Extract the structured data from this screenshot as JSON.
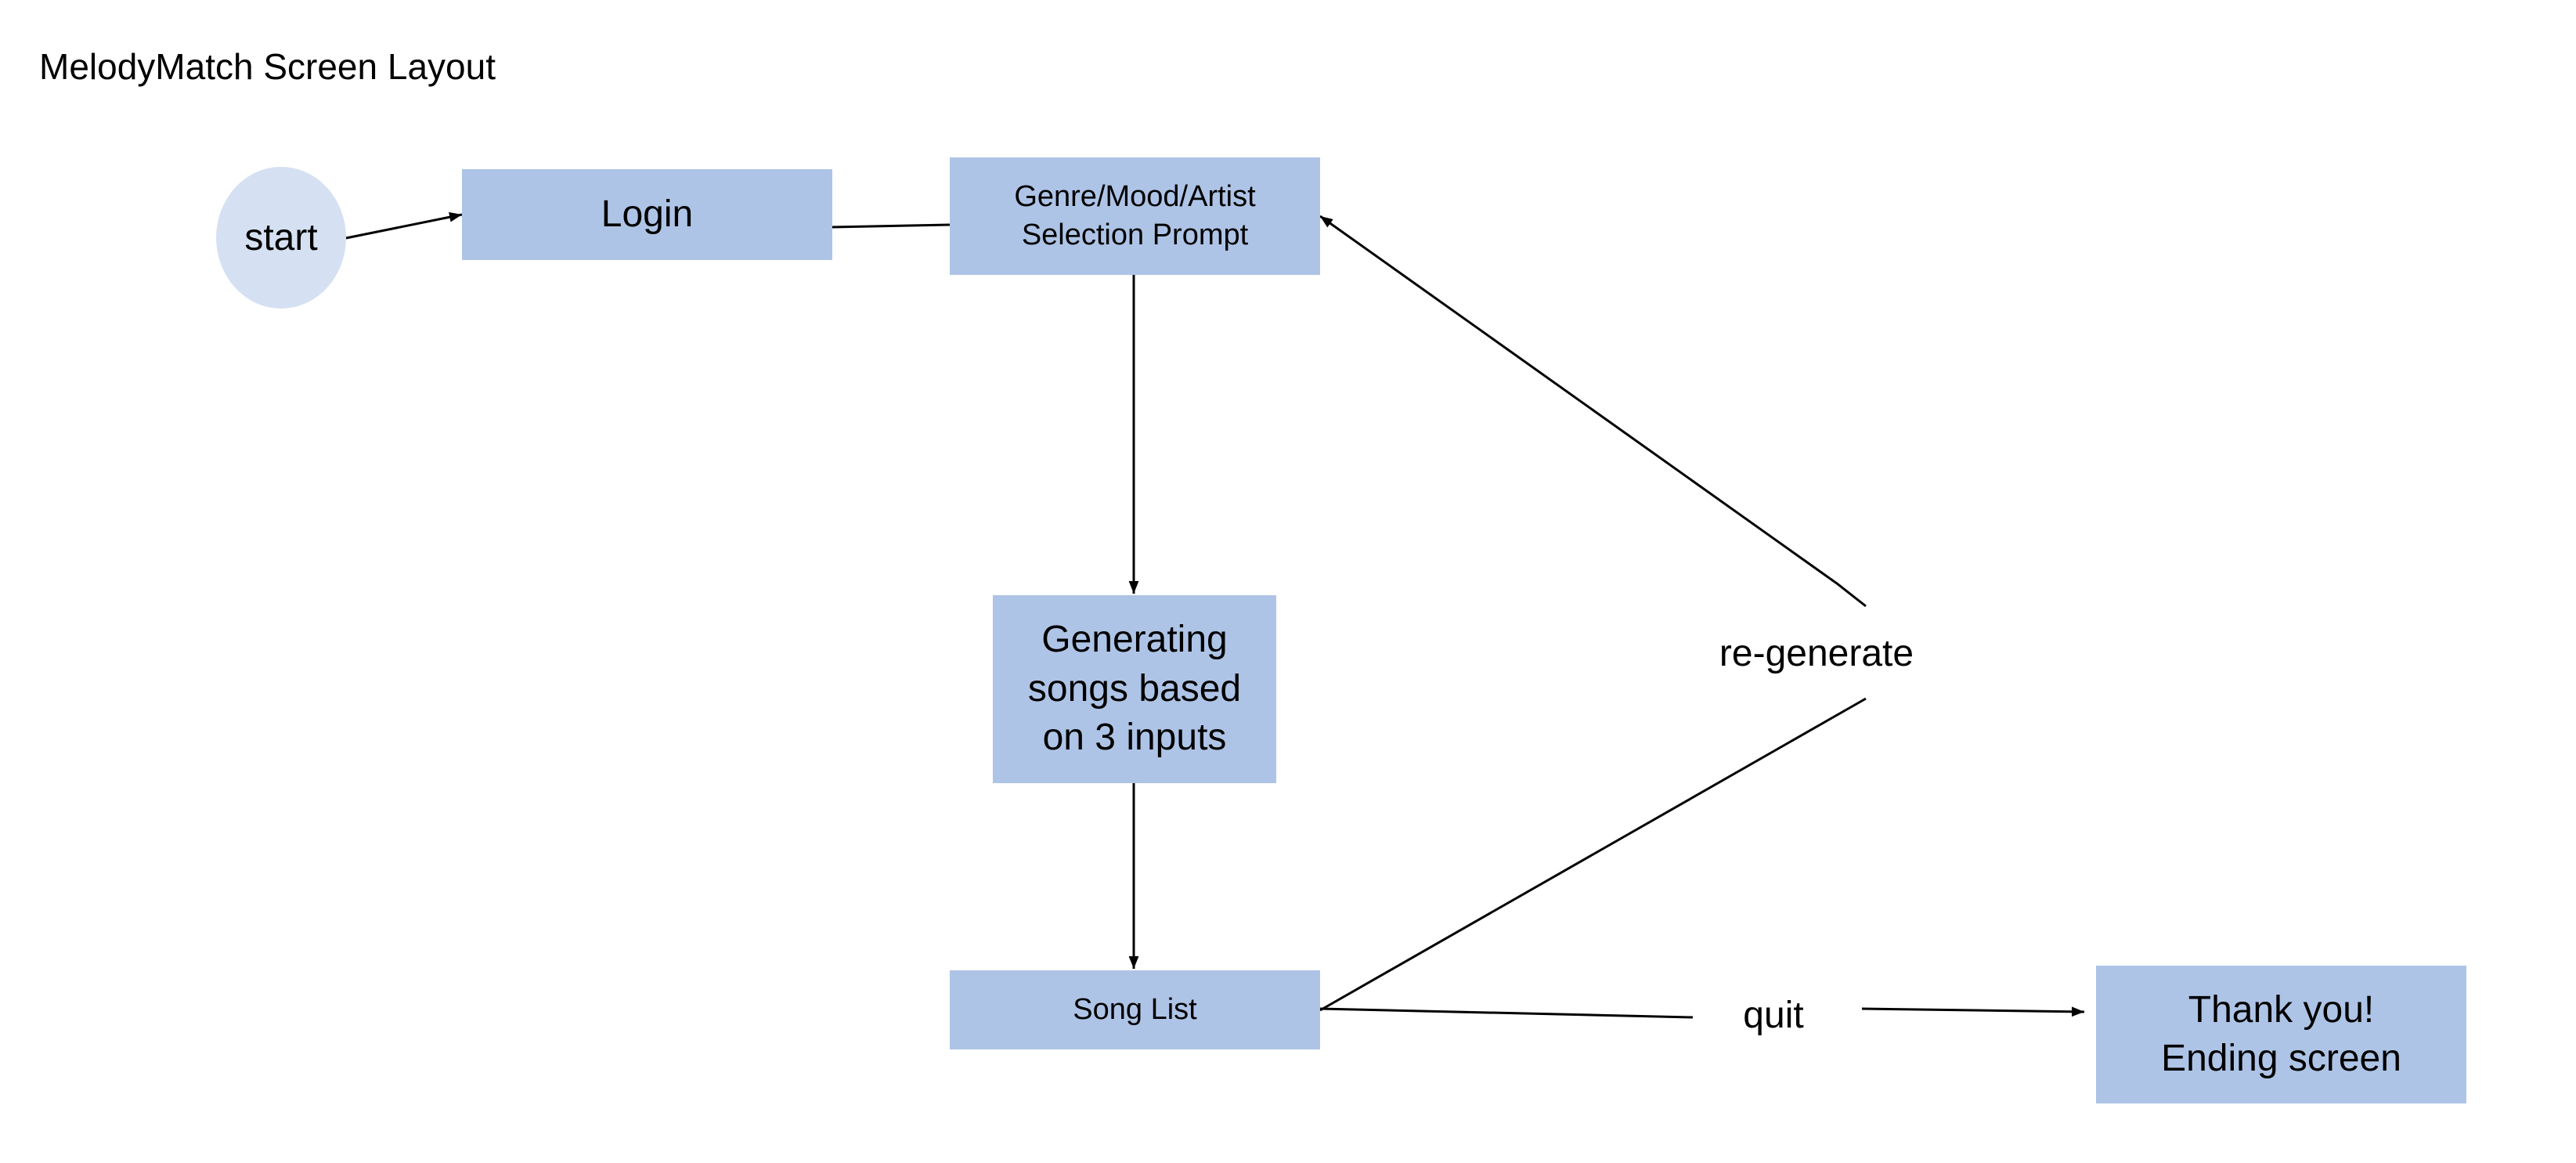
{
  "diagram": {
    "title": "MelodyMatch Screen Layout",
    "colors": {
      "box_fill": "#aec4e6",
      "start_fill": "#d5e1f2",
      "line": "#000000"
    },
    "nodes": {
      "start": "start",
      "login": "Login",
      "selection_prompt": "Genre/Mood/Artist\nSelection Prompt",
      "generating": "Generating\nsongs based\non 3 inputs",
      "song_list": "Song List",
      "ending": "Thank you!\nEnding screen"
    },
    "edge_labels": {
      "regenerate": "re-generate",
      "quit": "quit"
    }
  }
}
